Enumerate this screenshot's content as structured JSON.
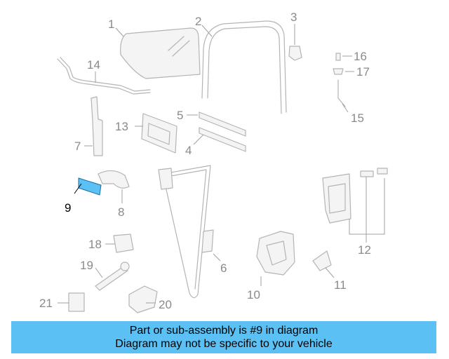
{
  "diagram": {
    "highlight_part": "9",
    "highlight_color": "#5bc0f3",
    "callouts": {
      "c1": "1",
      "c2": "2",
      "c3": "3",
      "c4": "4",
      "c5": "5",
      "c6": "6",
      "c7": "7",
      "c8": "8",
      "c9": "9",
      "c10": "10",
      "c11": "11",
      "c12": "12",
      "c13": "13",
      "c14": "14",
      "c15": "15",
      "c16": "16",
      "c17": "17",
      "c18": "18",
      "c19": "19",
      "c20": "20",
      "c21": "21"
    }
  },
  "banner": {
    "line1": "Part or sub-assembly is #9 in diagram",
    "line2": "Diagram may not be specific to your vehicle",
    "color": "#5bc0f3"
  }
}
